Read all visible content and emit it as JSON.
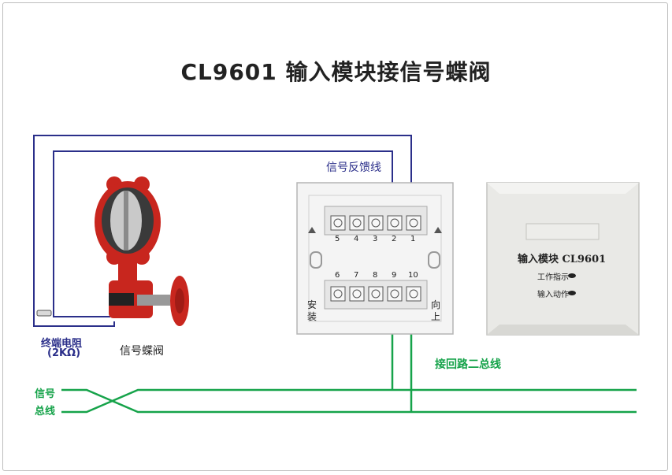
{
  "diagram": {
    "title": "CL9601 输入模块接信号蝶阀",
    "feedback_label": "信号反馈线",
    "resistor_label": "终端电阻",
    "resistor_value": "(2KΩ)",
    "valve_label": "信号蝶阀",
    "bus_label": "接回路二总线",
    "signal_bus_label_1": "信号",
    "signal_bus_label_2": "总线",
    "terminals_top": [
      "5",
      "4",
      "3",
      "2",
      "1"
    ],
    "terminals_bottom": [
      "6",
      "7",
      "8",
      "9",
      "10"
    ],
    "install_label_left_1": "安",
    "install_label_left_2": "装",
    "install_label_right_1": "向",
    "install_label_right_2": "上",
    "module_name": "输入模块 CL9601",
    "indicator_work": "工作指示",
    "indicator_input": "输入动作"
  },
  "colors": {
    "wire_blue": "#2b2f8a",
    "wire_green": "#16a34a",
    "valve_red": "#c8261e"
  }
}
